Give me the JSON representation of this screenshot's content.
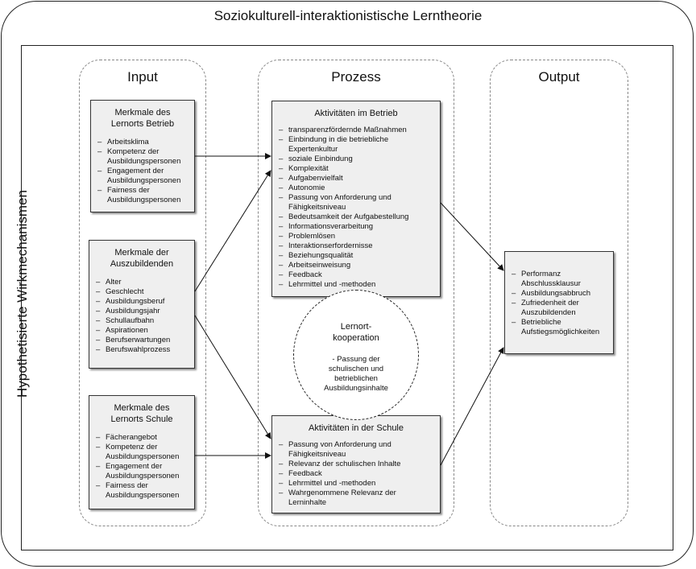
{
  "title": "Soziokulturell-interaktionistische Lerntheorie",
  "side_label": "Hypothetisierte Wirkmechanismen",
  "lanes": {
    "input": "Input",
    "process": "Prozess",
    "output": "Output"
  },
  "input_boxes": [
    {
      "title": "Merkmale des Lernorts Betrieb",
      "items": [
        "Arbeitsklima",
        "Kompetenz der Ausbildungspersonen",
        "Engagement der Ausbildungspersonen",
        "Fairness der Ausbildungspersonen"
      ]
    },
    {
      "title": "Merkmale der Auszubildenden",
      "items": [
        "Alter",
        "Geschlecht",
        "Ausbildungsberuf",
        "Ausbildungsjahr",
        "Schullaufbahn",
        "Aspirationen",
        "Berufserwartungen",
        "Berufswahlprozess"
      ]
    },
    {
      "title": "Merkmale des Lernorts Schule",
      "items": [
        "Fächerangebot",
        "Kompetenz der Ausbildungspersonen",
        "Engagement der Ausbildungspersonen",
        "Fairness der Ausbildungspersonen"
      ]
    }
  ],
  "process_boxes": [
    {
      "title": "Aktivitäten im Betrieb",
      "items": [
        "transparenzfördernde Maßnahmen",
        "Einbindung in die betriebliche Expertenkultur",
        "soziale Einbindung",
        "Komplexität",
        "Aufgabenvielfalt",
        "Autonomie",
        "Passung von Anforderung und Fähigkeitsniveau",
        "Bedeutsamkeit der Aufgabestellung",
        "Informationsverarbeitung",
        "Problemlösen",
        "Interaktionserfordernisse",
        "Beziehungsqualität",
        "Arbeitseinweisung",
        "Feedback",
        "Lehrmittel und -methoden"
      ]
    },
    {
      "title": "Aktivitäten in der Schule",
      "items": [
        "Passung von Anforderung und Fähigkeitsniveau",
        "Relevanz der schulischen Inhalte",
        "Feedback",
        "Lehrmittel und -methoden",
        "Wahrgenommene Relevanz der Lerninhalte"
      ]
    }
  ],
  "cooperation": {
    "title": "Lernort-kooperation",
    "text": "- Passung der schulischen und betrieblichen Ausbildungsinhalte"
  },
  "output_box": {
    "items": [
      "Performanz Abschlussklausur",
      "Ausbildungsabbruch",
      "Zufriedenheit der Auszubildenden",
      "Betriebliche Aufstiegsmöglichkeiten"
    ]
  }
}
